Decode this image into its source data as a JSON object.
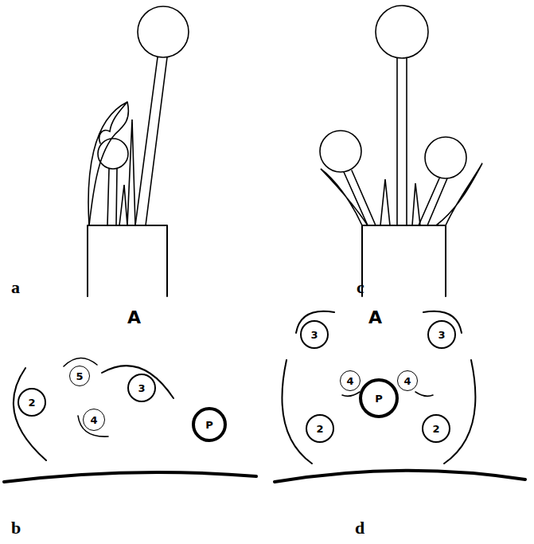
{
  "diagram": {
    "nodes": [
      {
        "text": [
          "2"
        ]
      },
      {
        "text": [
          "5"
        ]
      },
      {
        "text": [
          "3"
        ]
      },
      {
        "text": [
          "4"
        ]
      },
      {
        "text": [
          "P"
        ]
      },
      {
        "text": [
          "3"
        ]
      },
      {
        "text": [
          "3"
        ]
      },
      {
        "text": [
          "4"
        ]
      },
      {
        "text": [
          "P"
        ]
      },
      {
        "text": [
          "4"
        ]
      },
      {
        "text": [
          "2"
        ]
      },
      {
        "text": [
          "2"
        ]
      }
    ],
    "labels": [
      "a",
      "c",
      "A",
      "A",
      "b",
      "d"
    ]
  }
}
